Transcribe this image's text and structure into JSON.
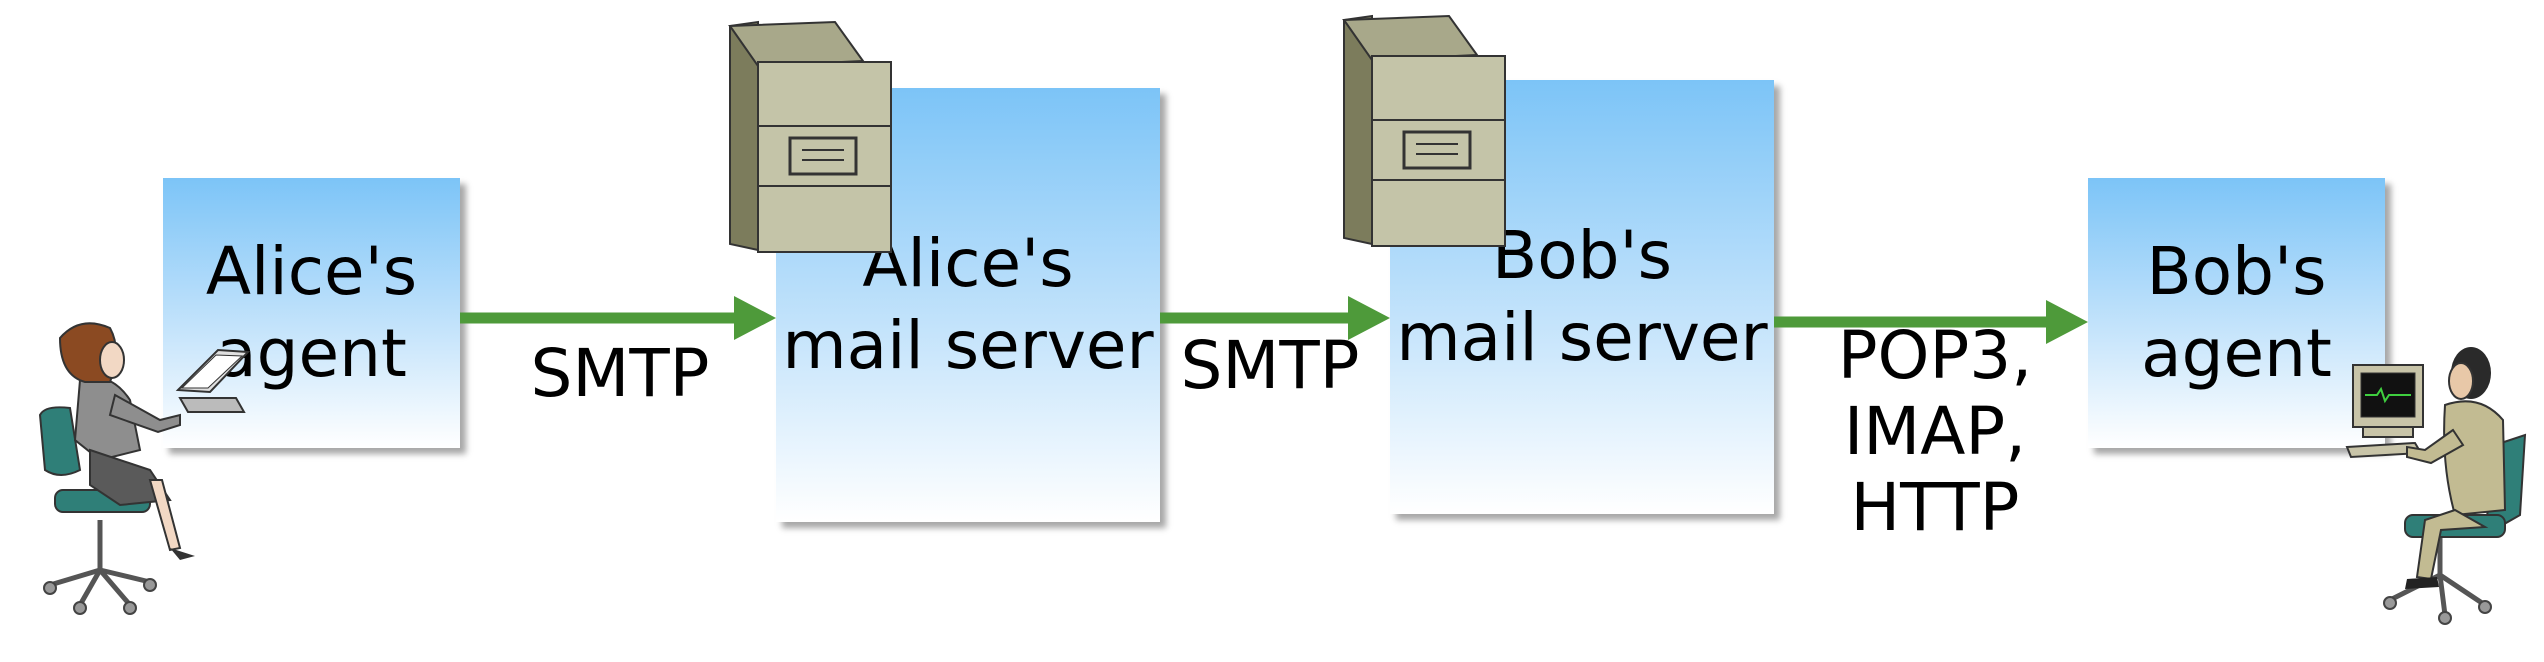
{
  "nodes": {
    "alice_agent": {
      "line1": "Alice's",
      "line2": "agent"
    },
    "alice_server": {
      "line1": "Alice's",
      "line2": "mail server"
    },
    "bob_server": {
      "line1": "Bob's",
      "line2": "mail server"
    },
    "bob_agent": {
      "line1": "Bob's",
      "line2": "agent"
    }
  },
  "edges": {
    "agent_to_server": {
      "label": "SMTP"
    },
    "server_to_server": {
      "label": "SMTP"
    },
    "server_to_agent": {
      "line1": "POP3,",
      "line2": "IMAP,",
      "line3": "HTTP"
    }
  },
  "colors": {
    "arrow": "#4e9a3a",
    "box_top": "#7cc4f7",
    "cabinet": "#c4c4a8"
  },
  "icons": {
    "alice": "woman-at-laptop-icon",
    "bob": "man-at-computer-icon",
    "server": "file-cabinet-server-icon"
  }
}
